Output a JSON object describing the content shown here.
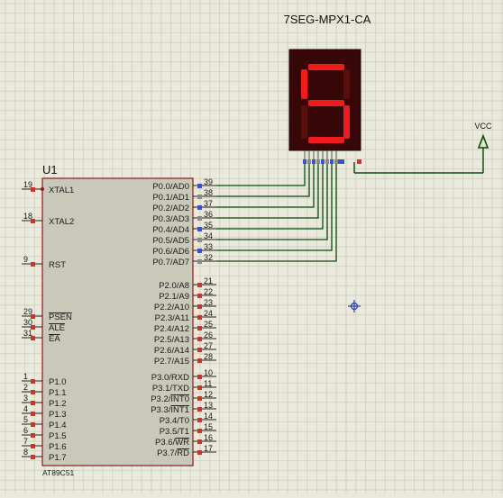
{
  "display": {
    "title": "7SEG-MPX1-CA",
    "digit": "5",
    "segments_on": [
      "a",
      "f",
      "g",
      "c",
      "d"
    ],
    "colors": {
      "on": "#ee1c1c",
      "off": "#5a0e0e",
      "body": "#380808"
    }
  },
  "vcc": {
    "label": "VCC"
  },
  "chip": {
    "ref": "U1",
    "part": "AT89C51",
    "left_pins": [
      {
        "num": "19",
        "name": "XTAL1",
        "overline": false
      },
      {
        "num": "18",
        "name": "XTAL2",
        "overline": false
      },
      {
        "num": "9",
        "name": "RST",
        "overline": false
      },
      {
        "num": "29",
        "name": "PSEN",
        "overline": true
      },
      {
        "num": "30",
        "name": "ALE",
        "overline": true
      },
      {
        "num": "31",
        "name": "EA",
        "overline": true
      },
      {
        "num": "1",
        "name": "P1.0",
        "overline": false
      },
      {
        "num": "2",
        "name": "P1.1",
        "overline": false
      },
      {
        "num": "3",
        "name": "P1.2",
        "overline": false
      },
      {
        "num": "4",
        "name": "P1.3",
        "overline": false
      },
      {
        "num": "5",
        "name": "P1.4",
        "overline": false
      },
      {
        "num": "6",
        "name": "P1.5",
        "overline": false
      },
      {
        "num": "7",
        "name": "P1.6",
        "overline": false
      },
      {
        "num": "8",
        "name": "P1.7",
        "overline": false
      }
    ],
    "right_pins": [
      {
        "num": "39",
        "prefix": "P0.0/",
        "suffix": "AD0",
        "overline": false
      },
      {
        "num": "38",
        "prefix": "P0.1/",
        "suffix": "AD1",
        "overline": false
      },
      {
        "num": "37",
        "prefix": "P0.2/",
        "suffix": "AD2",
        "overline": false
      },
      {
        "num": "36",
        "prefix": "P0.3/",
        "suffix": "AD3",
        "overline": false
      },
      {
        "num": "35",
        "prefix": "P0.4/",
        "suffix": "AD4",
        "overline": false
      },
      {
        "num": "34",
        "prefix": "P0.5/",
        "suffix": "AD5",
        "overline": false
      },
      {
        "num": "33",
        "prefix": "P0.6/",
        "suffix": "AD6",
        "overline": false
      },
      {
        "num": "32",
        "prefix": "P0.7/",
        "suffix": "AD7",
        "overline": false
      },
      {
        "num": "21",
        "prefix": "P2.0/",
        "suffix": "A8",
        "overline": false
      },
      {
        "num": "22",
        "prefix": "P2.1/",
        "suffix": "A9",
        "overline": false
      },
      {
        "num": "23",
        "prefix": "P2.2/",
        "suffix": "A10",
        "overline": false
      },
      {
        "num": "24",
        "prefix": "P2.3/",
        "suffix": "A11",
        "overline": false
      },
      {
        "num": "25",
        "prefix": "P2.4/",
        "suffix": "A12",
        "overline": false
      },
      {
        "num": "26",
        "prefix": "P2.5/",
        "suffix": "A13",
        "overline": false
      },
      {
        "num": "27",
        "prefix": "P2.6/",
        "suffix": "A14",
        "overline": false
      },
      {
        "num": "28",
        "prefix": "P2.7/",
        "suffix": "A15",
        "overline": false
      },
      {
        "num": "10",
        "prefix": "P3.0/",
        "suffix": "RXD",
        "overline": false
      },
      {
        "num": "11",
        "prefix": "P3.1/",
        "suffix": "TXD",
        "overline": false
      },
      {
        "num": "12",
        "prefix": "P3.2/",
        "suffix": "INT0",
        "overline": true
      },
      {
        "num": "13",
        "prefix": "P3.3/",
        "suffix": "INT1",
        "overline": true
      },
      {
        "num": "14",
        "prefix": "P3.4/",
        "suffix": "T0",
        "overline": false
      },
      {
        "num": "15",
        "prefix": "P3.5/",
        "suffix": "T1",
        "overline": false
      },
      {
        "num": "16",
        "prefix": "P3.6/",
        "suffix": "WR",
        "overline": true
      },
      {
        "num": "17",
        "prefix": "P3.7/",
        "suffix": "RD",
        "overline": true
      }
    ]
  },
  "colors": {
    "background": "#e9e9dc",
    "grid": "#d3d3c4",
    "chip_fill": "#c9c9b9",
    "chip_border": "#8b1a1a",
    "wire": "#0c4a0c",
    "pin_red": "#c0392b",
    "pin_blue": "#3b4fd6",
    "pin_grey": "#8a8a8a"
  }
}
